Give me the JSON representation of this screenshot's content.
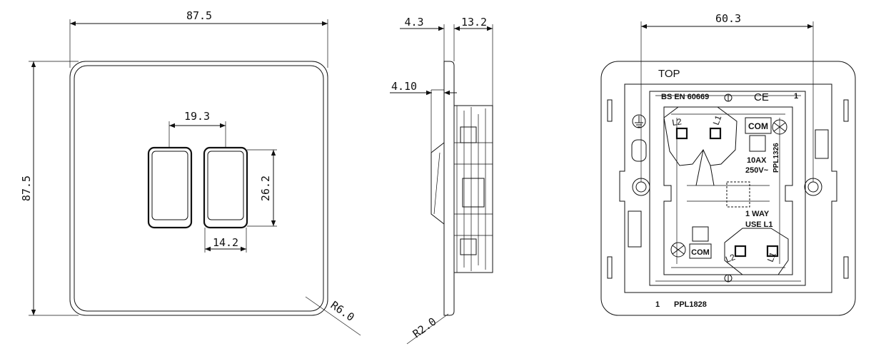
{
  "front_view": {
    "width_dim": "87.5",
    "height_dim": "87.5",
    "rocker_spacing_dim": "19.3",
    "rocker_height_dim": "26.2",
    "rocker_width_dim": "14.2",
    "corner_radius_dim": "R6.0"
  },
  "side_view": {
    "plate_thickness_dim": "4.3",
    "depth_dim": "13.2",
    "rocker_protrusion_dim": "4.10",
    "edge_radius_dim": "R2.0"
  },
  "back_view": {
    "fixing_centres_dim": "60.3",
    "top_label": "TOP",
    "standard_label": "BS EN 60669",
    "ce_mark": "CE",
    "count_label_top": "1",
    "terminal_l2_top": "L2",
    "terminal_l1_top": "L1",
    "terminal_com_top": "COM",
    "rating_current": "10AX",
    "rating_voltage": "250V~",
    "module_code": "PPL1326",
    "one_way_note_1": "1 WAY",
    "one_way_note_2": "USE L1",
    "terminal_com_bottom": "COM",
    "terminal_l2_bottom": "L2",
    "terminal_l1_bottom": "L1",
    "count_label_bottom": "1",
    "product_code": "PPL1828"
  }
}
